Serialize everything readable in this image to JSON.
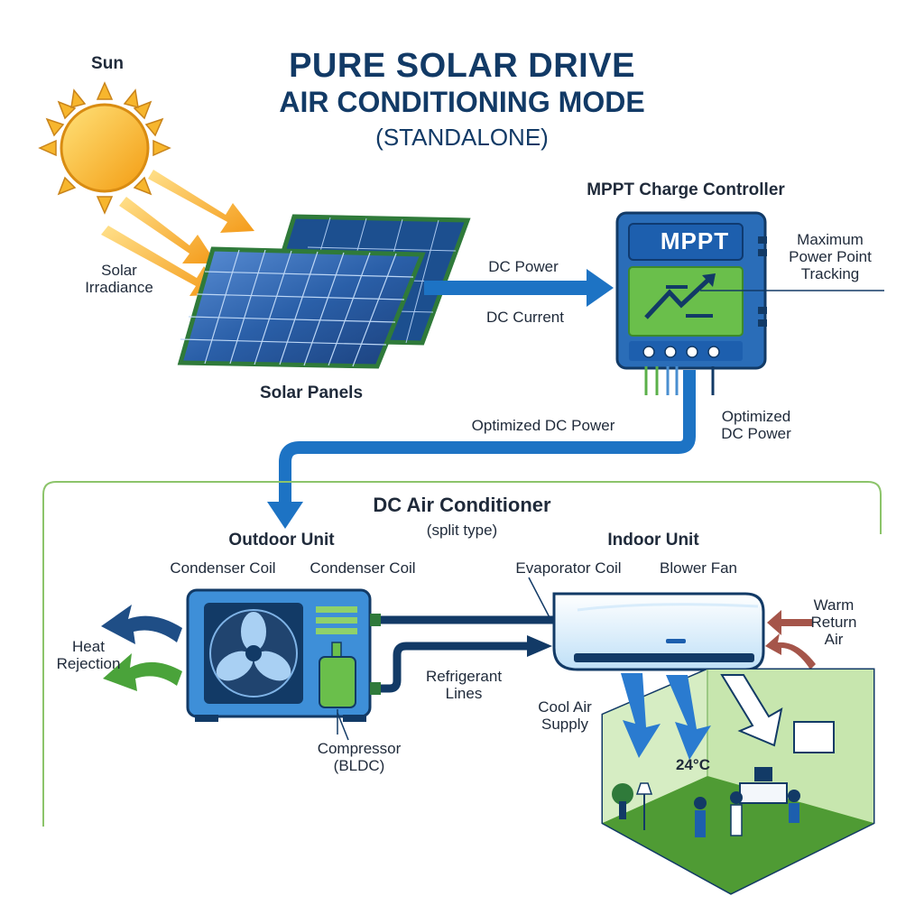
{
  "title": {
    "line1": "PURE SOLAR DRIVE",
    "line2": "AIR CONDITIONING MODE",
    "line3": "(STANDALONE)"
  },
  "sun": {
    "label": "Sun",
    "irradiance": [
      "Solar",
      "Irradiance"
    ]
  },
  "panels": {
    "label": "Solar Panels"
  },
  "dc_link": {
    "power": "DC Power",
    "current": "DC Current"
  },
  "controller": {
    "title": "MPPT Charge Controller",
    "screen": "MPPT",
    "callout": [
      "Maximum",
      "Power Point",
      "Tracking"
    ]
  },
  "output": {
    "left": "Optimized DC Power",
    "right": [
      "Optimized",
      "DC Power"
    ]
  },
  "ac": {
    "title": "DC Air Conditioner",
    "subtitle": "(split type)",
    "outdoor": {
      "label": "Outdoor Unit",
      "coil_left": "Condenser Coil",
      "coil_right": "Condenser Coil",
      "heat": [
        "Heat",
        "Rejection"
      ],
      "compressor": [
        "Compressor",
        "(BLDC)"
      ]
    },
    "lines": [
      "Refrigerant",
      "Lines"
    ],
    "indoor": {
      "label": "Indoor Unit",
      "evaporator": "Evaporator Coil",
      "blower": "Blower Fan",
      "return_air": [
        "Warm",
        "Return",
        "Air"
      ],
      "supply": [
        "Cool Air",
        "Supply"
      ],
      "temperature": "24°C"
    }
  },
  "colors": {
    "navy": "#123a66",
    "flow_blue": "#1d73c4",
    "panel_blue": "#2a5fa8",
    "controller_green": "#6abf4b",
    "sun": "#f7b62d",
    "room_green": "#7cc04a",
    "warm_arrow": "#a5554a"
  }
}
